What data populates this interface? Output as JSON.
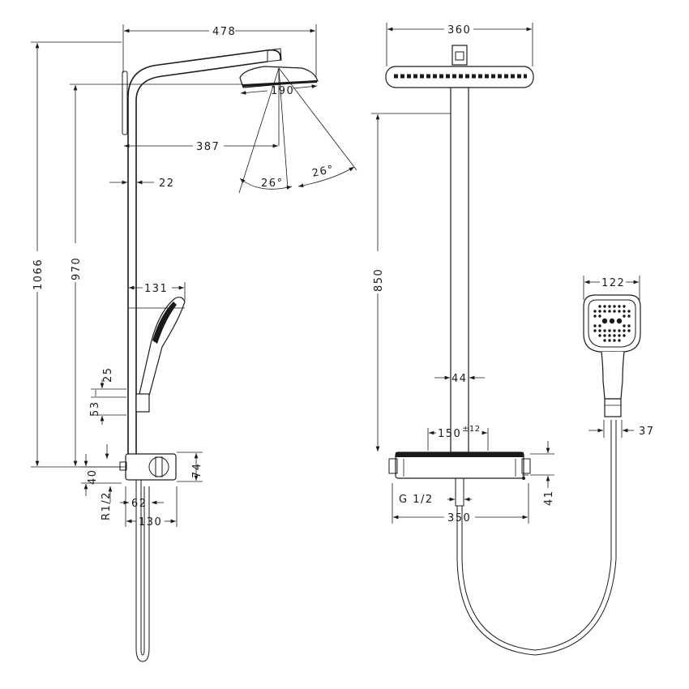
{
  "side_view": {
    "overall_width": "478",
    "overall_height": "1066",
    "head_height": "970",
    "head_reach": "387",
    "head_diameter": "190",
    "spray_angle_left": "26°",
    "spray_angle_right": "26°",
    "pipe_offset": "22",
    "handshower_reach": "131",
    "holder_a": "25",
    "holder_b": "53",
    "thermostat_height": "74",
    "connection_height": "40",
    "connection_thread": "R1/2",
    "connection_offset": "62",
    "thermostat_depth": "130"
  },
  "front_view": {
    "head_width": "360",
    "rail_height": "850",
    "pipe_diameter": "44",
    "center_distance": "150",
    "center_tolerance": "±12",
    "outlet_thread": "G 1/2",
    "thermostat_width": "350",
    "thermostat_body_height": "41"
  },
  "handshower": {
    "head_width": "122",
    "handle_width": "37"
  }
}
